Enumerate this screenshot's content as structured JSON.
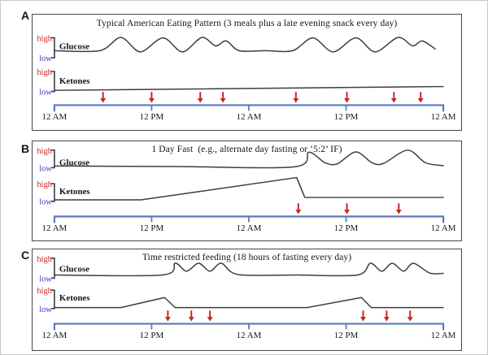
{
  "colors": {
    "curve": "#3d3d3d",
    "timeline": "#5b79be",
    "arrow": "#c5271f",
    "high_label": "#cc2a26",
    "low_label": "#3b3bc4",
    "text": "#161616",
    "panel_border": "#474747"
  },
  "chart_data": [
    {
      "type": "line",
      "panel_label": "A",
      "title": "Typical American Eating Pattern (3 meals plus a late evening snack every day)",
      "x_unit": "hours over 2 days",
      "x_range": [
        0,
        48
      ],
      "x_ticks": [
        {
          "hour": 0,
          "label": "12 AM"
        },
        {
          "hour": 12,
          "label": "12 PM"
        },
        {
          "hour": 24,
          "label": "12 AM"
        },
        {
          "hour": 36,
          "label": "12 PM"
        },
        {
          "hour": 48,
          "label": "12 AM"
        }
      ],
      "y_scale": "relative (0 = low, 1 = high)",
      "series": [
        {
          "name": "Glucose",
          "axis_labels": {
            "top": "high",
            "bottom": "low"
          },
          "smooth": true,
          "points": [
            [
              0,
              0.36
            ],
            [
              5.6,
              0.36
            ],
            [
              8.2,
              1.02
            ],
            [
              10.6,
              0.3
            ],
            [
              13.4,
              1.0
            ],
            [
              15.8,
              0.3
            ],
            [
              18.2,
              1.02
            ],
            [
              19.9,
              0.6
            ],
            [
              21.2,
              0.85
            ],
            [
              22.8,
              0.36
            ],
            [
              26,
              0.36
            ],
            [
              29.4,
              0.36
            ],
            [
              31.9,
              1.0
            ],
            [
              34.4,
              0.3
            ],
            [
              37.2,
              1.0
            ],
            [
              39.6,
              0.3
            ],
            [
              42.4,
              1.02
            ],
            [
              44.2,
              0.6
            ],
            [
              45.4,
              0.85
            ],
            [
              47,
              0.45
            ]
          ]
        },
        {
          "name": "Ketones",
          "axis_labels": {
            "top": "high",
            "bottom": "low"
          },
          "smooth": false,
          "points": [
            [
              0,
              0.06
            ],
            [
              48,
              0.25
            ]
          ]
        }
      ],
      "meal_arrows_hours": [
        6,
        12,
        18,
        20.8,
        29.8,
        36.1,
        41.9,
        45.2
      ]
    },
    {
      "type": "line",
      "panel_label": "B",
      "title": "1 Day Fast  (e.g., alternate day fasting or ‘5:2’ IF)",
      "x_unit": "hours over 2 days",
      "x_range": [
        0,
        48
      ],
      "x_ticks": [
        {
          "hour": 0,
          "label": "12 AM"
        },
        {
          "hour": 12,
          "label": "12 PM"
        },
        {
          "hour": 24,
          "label": "12 AM"
        },
        {
          "hour": 36,
          "label": "12 PM"
        },
        {
          "hour": 48,
          "label": "12 AM"
        }
      ],
      "y_scale": "relative (0 = low, 1 = high)",
      "series": [
        {
          "name": "Glucose",
          "axis_labels": {
            "top": "high",
            "bottom": "low"
          },
          "smooth": true,
          "points": [
            [
              0,
              0.1
            ],
            [
              15,
              0.07
            ],
            [
              29.6,
              0.05
            ],
            [
              31.4,
              0.88
            ],
            [
              33.4,
              0.28
            ],
            [
              34.9,
              0.22
            ],
            [
              37.2,
              0.9
            ],
            [
              39.2,
              0.28
            ],
            [
              40.6,
              0.24
            ],
            [
              43.6,
              1.0
            ],
            [
              45.8,
              0.28
            ],
            [
              48,
              0.12
            ]
          ]
        },
        {
          "name": "Ketones",
          "axis_labels": {
            "top": "high",
            "bottom": "low"
          },
          "smooth": false,
          "points": [
            [
              0,
              0.08
            ],
            [
              10.7,
              0.08
            ],
            [
              29.9,
              1.35
            ],
            [
              30.9,
              0.22
            ],
            [
              48,
              0.22
            ]
          ]
        }
      ],
      "meal_arrows_hours": [
        30.1,
        36.1,
        42.5
      ]
    },
    {
      "type": "line",
      "panel_label": "C",
      "title": "Time restricted feeding (18 hours of fasting every day)",
      "x_unit": "hours over 2 days",
      "x_range": [
        0,
        48
      ],
      "x_ticks": [
        {
          "hour": 0,
          "label": "12 AM"
        },
        {
          "hour": 12,
          "label": "12 PM"
        },
        {
          "hour": 24,
          "label": "12 AM"
        },
        {
          "hour": 36,
          "label": "12 PM"
        },
        {
          "hour": 48,
          "label": "12 AM"
        }
      ],
      "y_scale": "relative (0 = low, 1 = high)",
      "series": [
        {
          "name": "Glucose",
          "axis_labels": {
            "top": "high",
            "bottom": "low"
          },
          "smooth": true,
          "points": [
            [
              0,
              0.16
            ],
            [
              13.3,
              0.16
            ],
            [
              14.9,
              0.75
            ],
            [
              16.3,
              0.35
            ],
            [
              17.8,
              0.75
            ],
            [
              19.2,
              0.35
            ],
            [
              20.6,
              0.75
            ],
            [
              22.7,
              0.18
            ],
            [
              30,
              0.16
            ],
            [
              37.4,
              0.16
            ],
            [
              39,
              0.75
            ],
            [
              40.4,
              0.35
            ],
            [
              41.7,
              0.75
            ],
            [
              43.1,
              0.35
            ],
            [
              44.3,
              0.75
            ],
            [
              46.3,
              0.26
            ],
            [
              48,
              0.24
            ]
          ]
        },
        {
          "name": "Ketones",
          "axis_labels": {
            "top": "high",
            "bottom": "low"
          },
          "smooth": false,
          "points": [
            [
              0,
              0.05
            ],
            [
              8.2,
              0.05
            ],
            [
              13.6,
              0.6
            ],
            [
              14.9,
              0.05
            ],
            [
              31.2,
              0.05
            ],
            [
              37.9,
              0.6
            ],
            [
              39.1,
              0.05
            ],
            [
              48,
              0.05
            ]
          ]
        }
      ],
      "meal_arrows_hours": [
        14,
        16.9,
        19.2,
        38.1,
        41,
        43.9
      ]
    }
  ]
}
